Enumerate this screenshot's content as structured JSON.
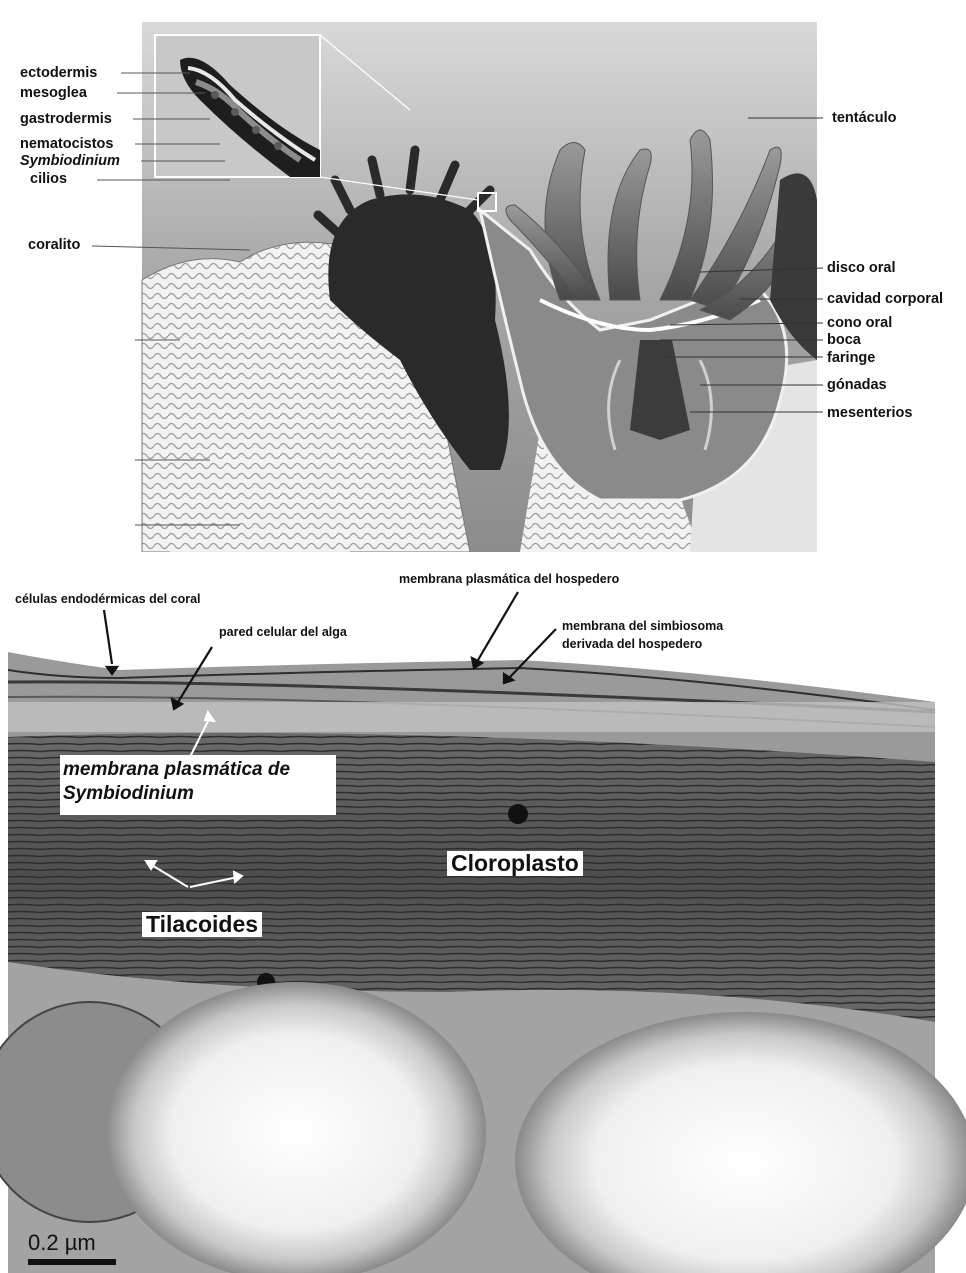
{
  "panel_a": {
    "labels_left": {
      "ectodermis": "ectodermis",
      "mesoglea": "mesoglea",
      "gastrodermis": "gastrodermis",
      "nematocistos": "nematocistos",
      "symbiodinium": "Symbiodinium",
      "cilios": "cilios",
      "coralito": "coralito"
    },
    "labels_right": {
      "tentaculo": "tentáculo",
      "disco_oral": "disco oral",
      "cavidad_corporal": "cavidad corporal",
      "cono_oral": "cono oral",
      "boca": "boca",
      "faringe": "faringe",
      "gonadas": "gónadas",
      "mesenterios": "mesenterios"
    }
  },
  "panel_b": {
    "celulas_endodermicas": "células endodérmicas del coral",
    "membrana_plasmatica_hospedero": "membrana plasmática del hospedero",
    "pared_celular": "pared celular del alga",
    "membrana_simbiosoma_1": "membrana del simbiosoma",
    "membrana_simbiosoma_2": "derivada del hospedero",
    "membrana_symbio_1": "membrana plasmática de",
    "membrana_symbio_2": "Symbiodinium",
    "cloroplasto": "Cloroplasto",
    "tilacoides": "Tilacoides",
    "scale_bar": "0.2 µm"
  }
}
